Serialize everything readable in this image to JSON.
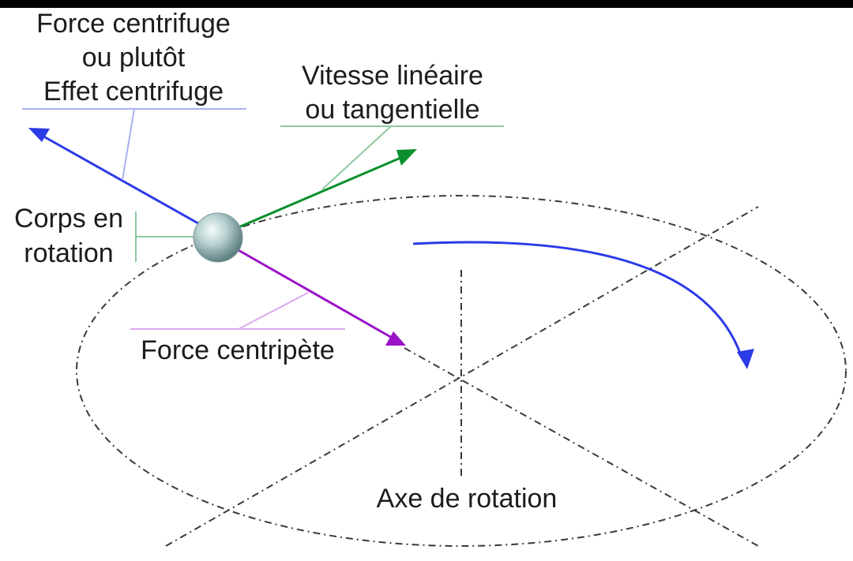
{
  "labels": {
    "centrifugal": {
      "line1": "Force centrifuge",
      "line2": "ou plutôt",
      "line3": "Effet centrifuge"
    },
    "velocity": {
      "line1": "Vitesse linéaire",
      "line2": "ou tangentielle"
    },
    "body": {
      "line1": "Corps en",
      "line2": "rotation"
    },
    "centripetal": "Force centripète",
    "axis": "Axe de rotation"
  },
  "colors": {
    "page_background": "#000000",
    "canvas_background": "#ffffff",
    "centrifugal_arrow": "#2b3be8",
    "velocity_arrow": "#0a8f2c",
    "centripetal_arrow": "#9a12c8",
    "rotation_arrow": "#2b3be8",
    "guide_lines": "#3a3a3a",
    "label_text": "#1c1c1c",
    "sphere": "#a9c3c3"
  },
  "icons": {
    "body": "sphere-icon",
    "rotation": "curved-arrow-icon"
  }
}
